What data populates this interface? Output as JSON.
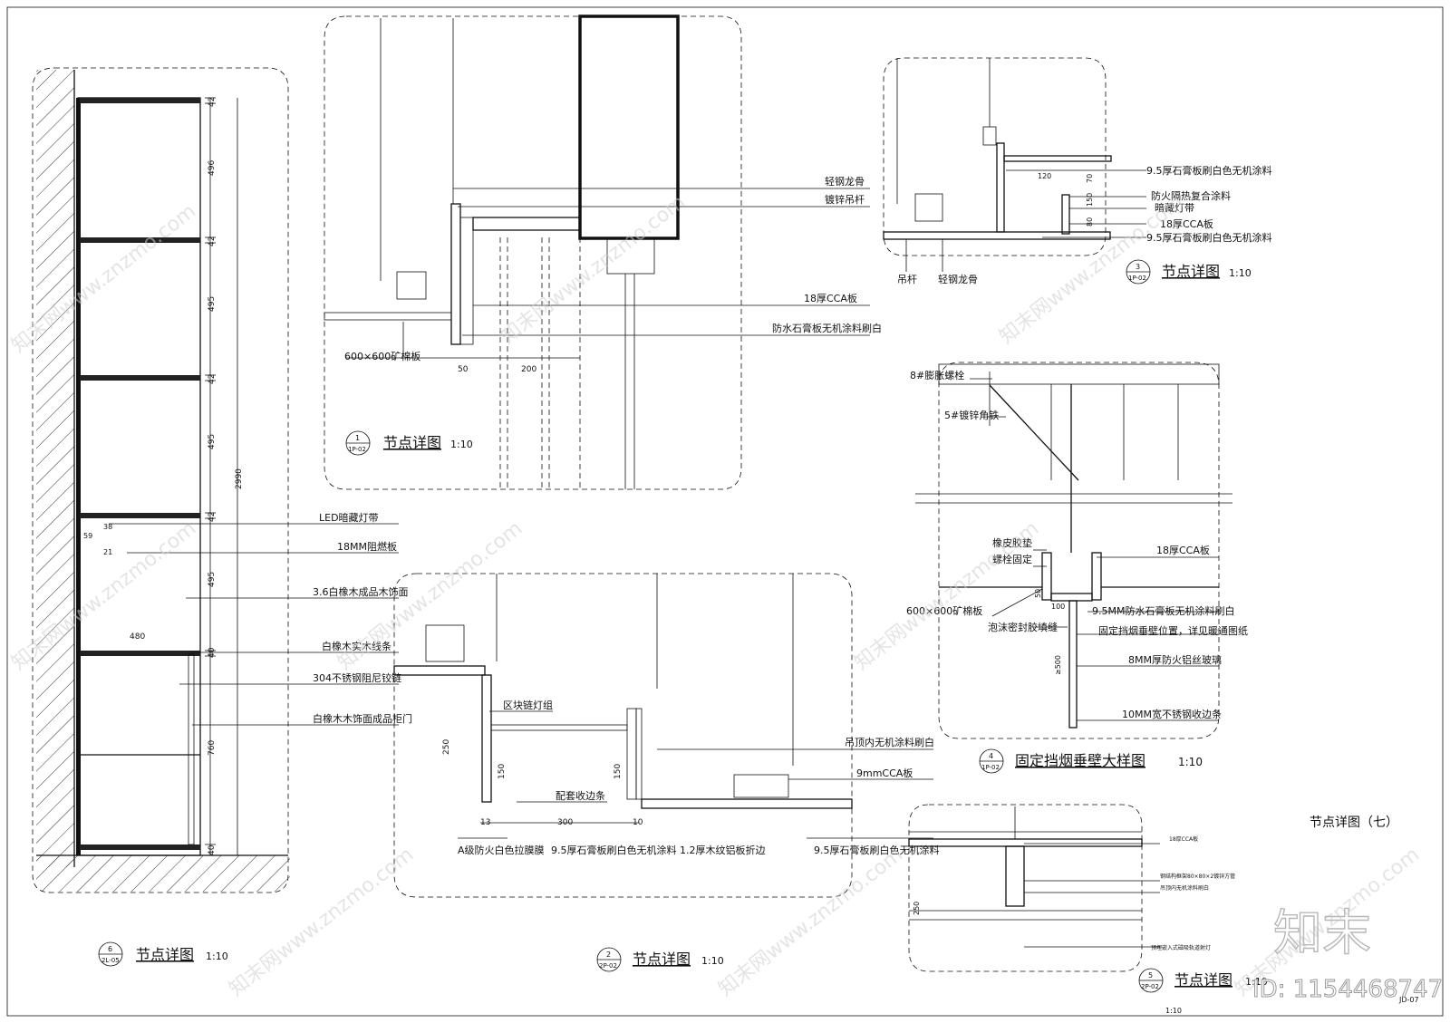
{
  "sheet": {
    "title": "节点详图（七）",
    "sheet_no": "JD-07",
    "scale_footer": "1:10",
    "brand": "知末",
    "id_text": "ID: 1154468747",
    "watermark": "知末网www.znzmo.com"
  },
  "details": [
    {
      "title": "节点详图",
      "scale": "1:10",
      "tag_top": "6",
      "tag_bottom": "2L-05",
      "callouts": [
        "LED暗藏灯带",
        "18MM阻燃板",
        "3.6白橡木成品木饰面",
        "白橡木实木线条",
        "304不锈钢阻尼铰链",
        "白橡木木饰面成品柜门"
      ],
      "dims": [
        "42",
        "496",
        "42",
        "495",
        "42",
        "495",
        "42",
        "495",
        "40",
        "760",
        "40",
        "2990",
        "480",
        "59",
        "21",
        "38"
      ]
    },
    {
      "title": "节点详图",
      "scale": "1:10",
      "tag_top": "1",
      "tag_bottom": "1P-02",
      "callouts": [
        "轻钢龙骨",
        "镀锌吊杆",
        "18厚CCA板",
        "防水石膏板无机涂料刷白",
        "600×600矿棉板"
      ],
      "dims": [
        "50",
        "200"
      ]
    },
    {
      "title": "节点详图",
      "scale": "1:10",
      "tag_top": "2",
      "tag_bottom": "2P-02",
      "callouts": [
        "区块链灯组",
        "吊顶内无机涂料刷白",
        "9mmCCA板",
        "配套收边条",
        "A级防火白色拉膜膜",
        "9.5厚石膏板刷白色无机涂料 1.2厚木纹铝板折边",
        "9.5厚石膏板刷白色无机涂料"
      ],
      "dims": [
        "250",
        "150",
        "150",
        "13",
        "300",
        "10"
      ]
    },
    {
      "title": "节点详图",
      "scale": "1:10",
      "tag_top": "3",
      "tag_bottom": "1P-02",
      "callouts": [
        "9.5厚石膏板刷白色无机涂料",
        "防火隔热复合涂料",
        "暗藏灯带",
        "18厚CCA板",
        "9.5厚石膏板刷白色无机涂料",
        "吊杆",
        "轻钢龙骨"
      ],
      "dims": [
        "120",
        "70",
        "150",
        "80"
      ]
    },
    {
      "title": "固定挡烟垂壁大样图",
      "scale": "1:10",
      "tag_top": "4",
      "tag_bottom": "1P-02",
      "callouts": [
        "8#膨胀螺栓",
        "5#镀锌角铁",
        "橡皮胶垫",
        "螺栓固定",
        "18厚CCA板",
        "600×600矿棉板",
        "9.5MM防水石膏板无机涂料刷白",
        "泡沫密封胶填缝",
        "固定挡烟垂壁位置，详见暖通图纸",
        "8MM厚防火铝丝玻璃",
        "10MM宽不锈钢收边条"
      ],
      "dims": [
        "50",
        "100",
        "≥500"
      ]
    },
    {
      "title": "节点详图",
      "scale": "1:10",
      "tag_top": "5",
      "tag_bottom": "2P-02",
      "callouts": [
        "18厚CCA板",
        "钢结构框架80×80×2镀锌方管",
        "吊顶内无机涂料刷白",
        "预埋嵌入式磁吸轨道射灯"
      ],
      "dims": [
        "250"
      ]
    }
  ]
}
